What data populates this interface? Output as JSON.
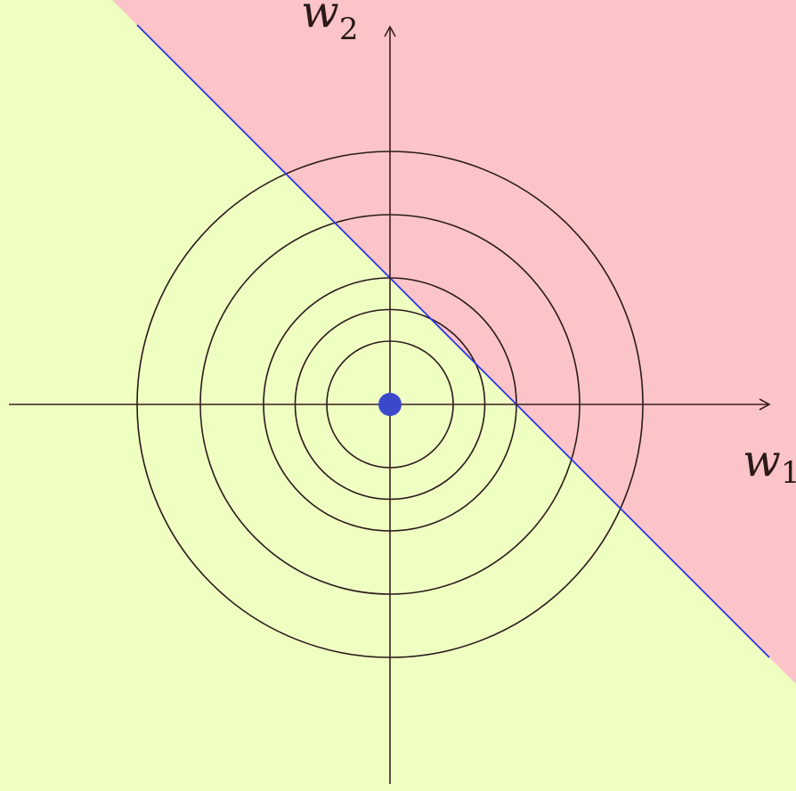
{
  "axes": {
    "x_label": "w",
    "x_subscript": "1",
    "y_label": "w",
    "y_subscript": "2"
  },
  "contours": {
    "radii": [
      1,
      1.5,
      2,
      3,
      4
    ]
  },
  "constraint_line": {
    "equation": "w1 + w2 = 2"
  },
  "optimum_point": {
    "w1": 0,
    "w2": 0
  },
  "colors": {
    "feasible_region": "#efffc2",
    "infeasible_region": "#fbc4c8",
    "constraint_line": "#2b36e0",
    "contour": "#2a1a1a",
    "axis": "#3a1f1f",
    "point": "#3c48cc"
  }
}
